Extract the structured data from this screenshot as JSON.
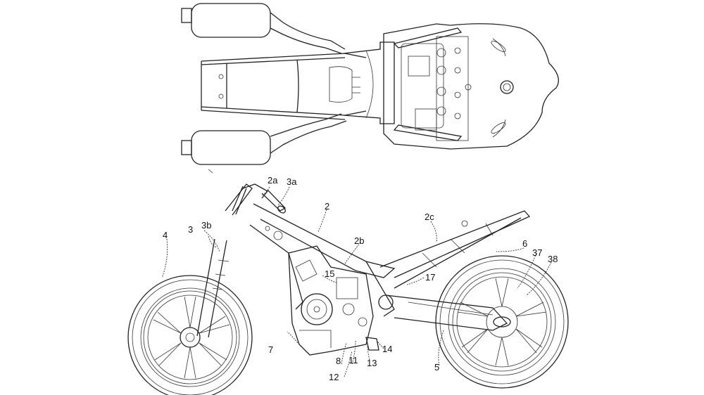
{
  "figure": {
    "title": "Motorcycle patent drawing",
    "views": [
      "top-view",
      "side-view"
    ]
  },
  "labels": [
    {
      "id": "2a",
      "text": "2a"
    },
    {
      "id": "3a",
      "text": "3a"
    },
    {
      "id": "2",
      "text": "2"
    },
    {
      "id": "3b",
      "text": "3b"
    },
    {
      "id": "3",
      "text": "3"
    },
    {
      "id": "4",
      "text": "4"
    },
    {
      "id": "2b",
      "text": "2b"
    },
    {
      "id": "2c",
      "text": "2c"
    },
    {
      "id": "6",
      "text": "6"
    },
    {
      "id": "37",
      "text": "37"
    },
    {
      "id": "38",
      "text": "38"
    },
    {
      "id": "15",
      "text": "15"
    },
    {
      "id": "17",
      "text": "17"
    },
    {
      "id": "7",
      "text": "7"
    },
    {
      "id": "14",
      "text": "14"
    },
    {
      "id": "5",
      "text": "5"
    },
    {
      "id": "8",
      "text": "8"
    },
    {
      "id": "11",
      "text": "11"
    },
    {
      "id": "13",
      "text": "13"
    },
    {
      "id": "12",
      "text": "12"
    }
  ]
}
